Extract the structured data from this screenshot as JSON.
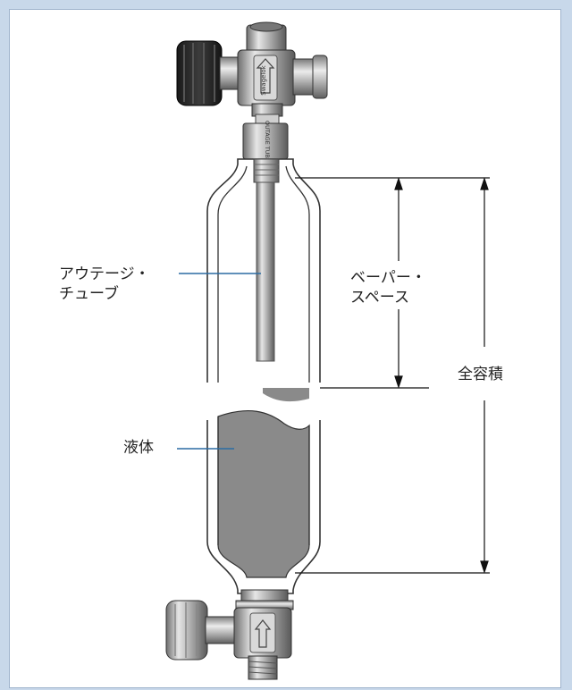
{
  "labels": {
    "outage_tube_line1": "アウテージ・",
    "outage_tube_line2": "チューブ",
    "vapor_space_line1": "ベーパー・",
    "vapor_space_line2": "スペース",
    "total_volume": "全容積",
    "liquid": "液体"
  },
  "engraving": {
    "outage_tube_fitting": "OUTAGE\nTUBE",
    "valve_brand": "Swagelok"
  },
  "colors": {
    "background": "#c8d8ea",
    "panel": "#ffffff",
    "leader_line": "#2b6ca3",
    "dimension_line": "#111111",
    "cylinder_outline": "#333333",
    "liquid_fill": "#8a8a8a"
  }
}
